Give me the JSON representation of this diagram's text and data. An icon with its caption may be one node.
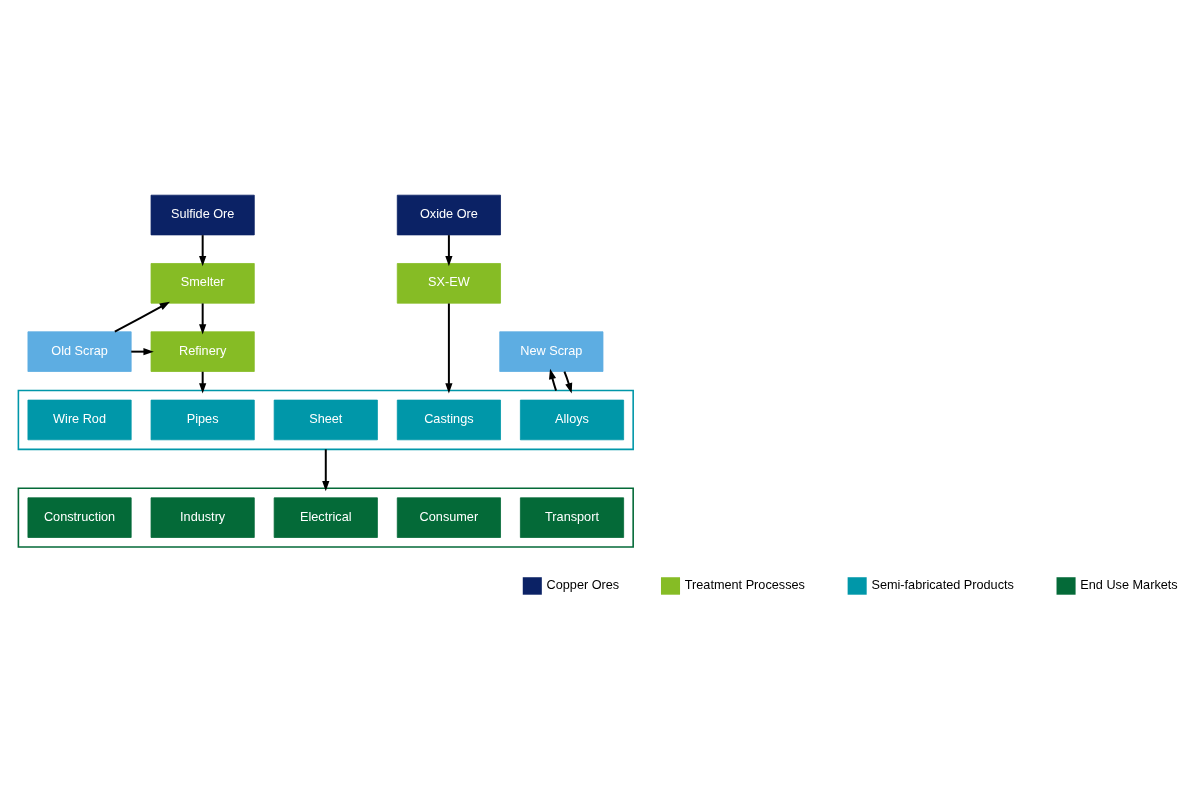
{
  "diagram": {
    "nodes": [
      {
        "text": [
          "Sulfide Ore"
        ]
      },
      {
        "text": [
          "Oxide Ore"
        ]
      },
      {
        "text": [
          "Smelter"
        ]
      },
      {
        "text": [
          "SX-EW"
        ]
      },
      {
        "text": [
          "Old Scrap"
        ]
      },
      {
        "text": [
          "Refinery"
        ]
      },
      {
        "text": [
          "New Scrap"
        ]
      },
      {
        "text": [],
        "shape": "box"
      },
      {
        "text": [
          "Wire Rod"
        ],
        "in": 7
      },
      {
        "text": [
          "Pipes"
        ],
        "in": 7
      },
      {
        "text": [
          "Sheet"
        ],
        "in": 7
      },
      {
        "text": [
          "Castings"
        ],
        "in": 7
      },
      {
        "text": [
          "Alloys"
        ],
        "in": 7
      },
      {
        "text": [],
        "shape": "box"
      },
      {
        "text": [
          "Construction"
        ],
        "in": 13
      },
      {
        "text": [
          "Industry"
        ],
        "in": 13
      },
      {
        "text": [
          "Electrical"
        ],
        "in": 13
      },
      {
        "text": [
          "Consumer"
        ],
        "in": 13
      },
      {
        "text": [
          "Transport"
        ],
        "in": 13
      }
    ],
    "edges": [
      {
        "from": 0,
        "to": 2,
        "arrow": "to"
      },
      {
        "from": 1,
        "to": 3,
        "arrow": "to"
      },
      {
        "from": 4,
        "to": 2,
        "arrow": "to"
      },
      {
        "from": 2,
        "to": 5,
        "arrow": "to"
      },
      {
        "from": 4,
        "to": 5,
        "arrow": "to"
      },
      {
        "from": 5,
        "to": 7,
        "arrow": "to"
      },
      {
        "from": 3,
        "to": 7,
        "arrow": "to"
      },
      {
        "from": 6,
        "to": 7,
        "arrow": "to"
      },
      {
        "from": 7,
        "to": 6,
        "arrow": "to"
      },
      {
        "from": 7,
        "to": 13,
        "arrow": "to"
      }
    ],
    "legend": [
      {
        "text": "Copper Ores",
        "color": "#0b2265"
      },
      {
        "text": "Treatment Processes",
        "color": "#86bc25"
      },
      {
        "text": "Semi-fabricated Products",
        "color": "#0097a9"
      },
      {
        "text": "End Use Markets",
        "color": "#046a38"
      }
    ]
  }
}
